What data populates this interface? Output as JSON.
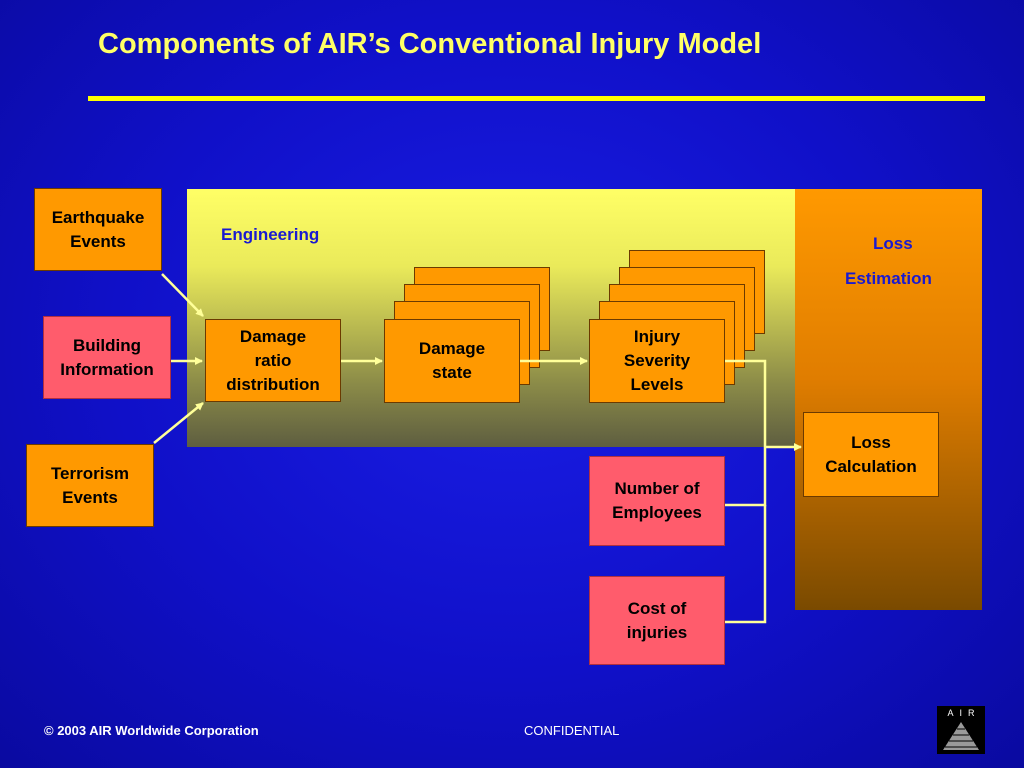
{
  "slide": {
    "title": "Components of AIR’s Conventional Injury Model"
  },
  "panels": {
    "engineering_label": "Engineering",
    "loss_label_line1": "Loss",
    "loss_label_line2": "Estimation"
  },
  "inputs": {
    "earthquake": [
      "Earthquake",
      "Events"
    ],
    "building": [
      "Building",
      "Information"
    ],
    "terrorism": [
      "Terrorism",
      "Events"
    ]
  },
  "process": {
    "damage_ratio": [
      "Damage",
      "ratio",
      "distribution"
    ],
    "damage_state": [
      "Damage",
      "state"
    ],
    "injury_severity": [
      "Injury",
      "Severity",
      "Levels"
    ]
  },
  "loss_inputs": {
    "employees": [
      "Number of",
      "Employees"
    ],
    "cost": [
      "Cost of",
      "injuries"
    ]
  },
  "loss_calc": [
    "Loss",
    "Calculation"
  ],
  "footer": {
    "copyright": "© 2003 AIR Worldwide Corporation",
    "confidential": "CONFIDENTIAL",
    "logo_text": "AIR"
  },
  "colors": {
    "background": "#1010c8",
    "title": "#ffff66",
    "orange_box": "#ff9900",
    "pink_box": "#ff5c6c",
    "connector": "#ffff99"
  }
}
